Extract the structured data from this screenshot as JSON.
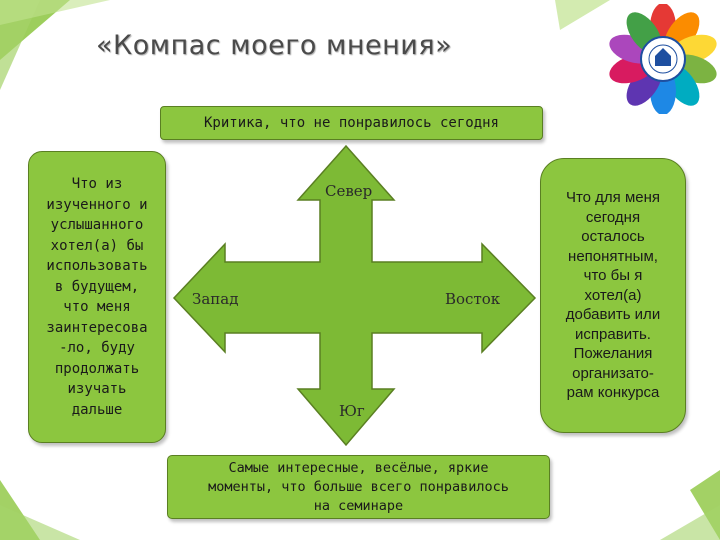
{
  "title": "«Компас моего мнения»",
  "top_box": "Критика, что не понравилось сегодня",
  "left_box": "Что из\nизученного и\nуслышанного\nхотел(а) бы\nиспользовать\nв будущем,\nчто меня\nзаинтересова\n-ло, буду\nпродолжать\nизучать\nдальше",
  "right_box": "Что для меня\nсегодня\nосталось\nнепонятным,\nчто бы я\nхотел(а)\nдобавить или\nисправить.\nПожелания\nорганизато-\nрам конкурса",
  "bottom_box": "Самые интересные, весёлые, яркие\nмоменты, что больше всего понравилось\nна семинаре",
  "compass": {
    "north": "Север",
    "west": "Запад",
    "east": "Восток",
    "south": "Юг"
  },
  "colors": {
    "accent_green": "#8cc63f",
    "arrow_green": "#7dba35",
    "border_green": "#5a7f22"
  },
  "logo_petal_colors": [
    "#e53935",
    "#fb8c00",
    "#fdd835",
    "#7cb342",
    "#00acc1",
    "#1e88e5",
    "#5e35b1",
    "#d81b60",
    "#ab47bc",
    "#43a047"
  ]
}
